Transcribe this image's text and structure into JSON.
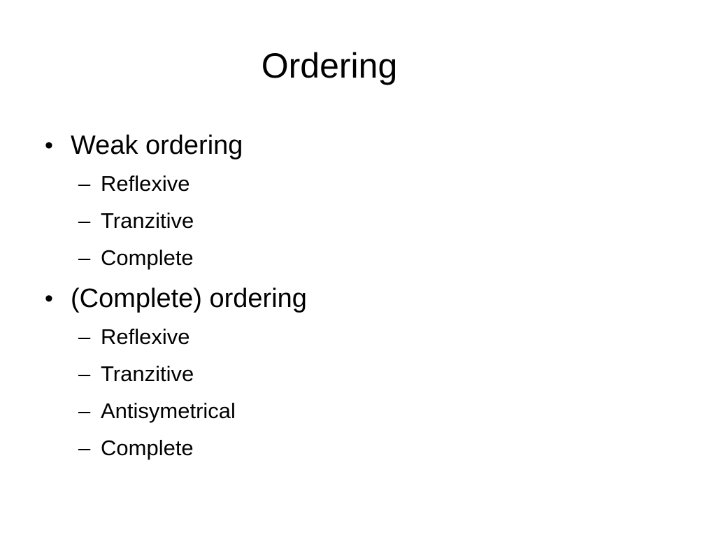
{
  "slide": {
    "title": "Ordering",
    "bullet_symbol": "•",
    "dash_symbol": "–",
    "items": [
      {
        "text": "Weak ordering",
        "subitems": [
          "Reflexive",
          "Tranzitive",
          "Complete"
        ]
      },
      {
        "text": "(Complete) ordering",
        "subitems": [
          "Reflexive",
          "Tranzitive",
          "Antisymetrical",
          "Complete"
        ]
      }
    ]
  }
}
